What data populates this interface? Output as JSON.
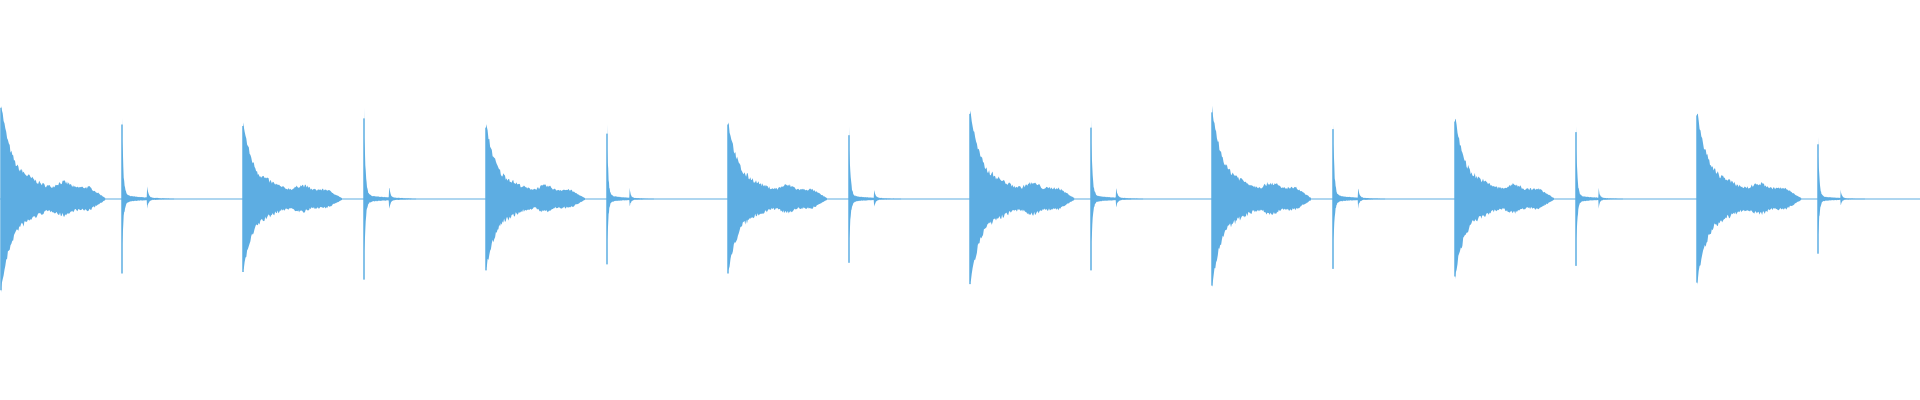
{
  "waveform": {
    "color": "#5DADE2",
    "background": "#FFFFFF",
    "hits": [
      {
        "type": "kick",
        "peak": 0.6,
        "decay": 1.0
      },
      {
        "type": "click",
        "peak": 0.49,
        "decay": 0.5
      },
      {
        "type": "kick",
        "peak": 0.48,
        "decay": 0.95
      },
      {
        "type": "click",
        "peak": 0.53,
        "decay": 0.5
      },
      {
        "type": "kick",
        "peak": 0.47,
        "decay": 0.95
      },
      {
        "type": "click",
        "peak": 0.43,
        "decay": 0.45
      },
      {
        "type": "kick",
        "peak": 0.49,
        "decay": 0.95
      },
      {
        "type": "click",
        "peak": 0.42,
        "decay": 0.5
      },
      {
        "type": "kick",
        "peak": 0.56,
        "decay": 1.0
      },
      {
        "type": "click",
        "peak": 0.47,
        "decay": 0.5
      },
      {
        "type": "kick",
        "peak": 0.57,
        "decay": 0.95
      },
      {
        "type": "click",
        "peak": 0.46,
        "decay": 0.5
      },
      {
        "type": "kick",
        "peak": 0.51,
        "decay": 0.95
      },
      {
        "type": "click",
        "peak": 0.44,
        "decay": 0.45
      },
      {
        "type": "kick",
        "peak": 0.55,
        "decay": 1.0
      },
      {
        "type": "click",
        "peak": 0.36,
        "decay": 0.45
      }
    ]
  }
}
